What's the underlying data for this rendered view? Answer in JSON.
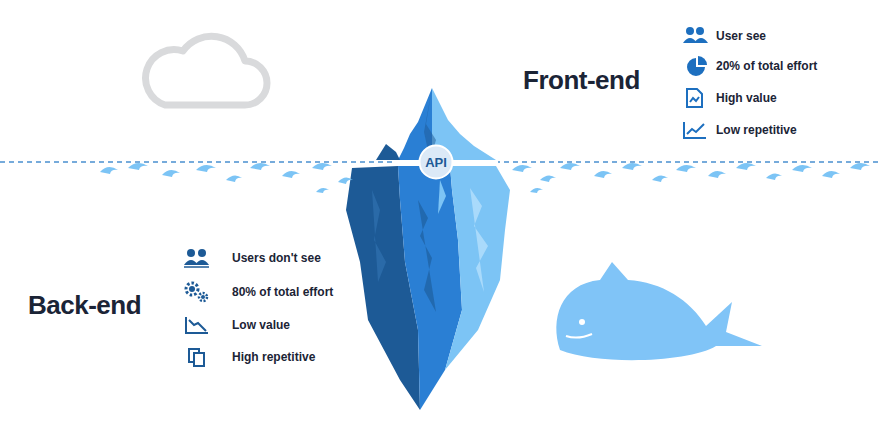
{
  "diagram": {
    "nodes": [
      {
        "text": [
          "API"
        ]
      }
    ],
    "labels": [
      "Front-end",
      "User see",
      "20% of total effort",
      "High value",
      "Low repetitive",
      "Back-end",
      "Users don't see",
      "80% of total effort",
      "Low value",
      "High repetitive"
    ]
  }
}
